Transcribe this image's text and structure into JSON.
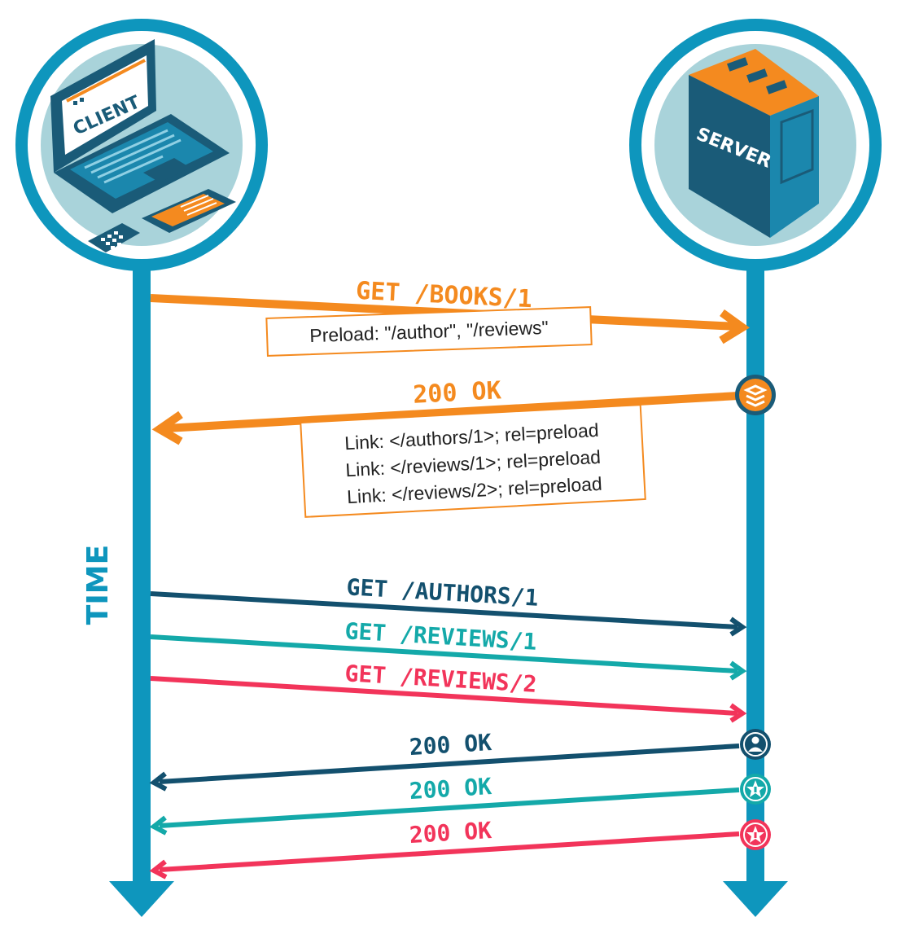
{
  "colors": {
    "timeline": "#0e96bd",
    "circle_fill": "#a9d3da",
    "orange": "#f48a1f",
    "navy": "#13506e",
    "teal": "#14a9a9",
    "red": "#f2345a",
    "device_dark": "#1a5b78",
    "device_mid": "#1b87ad"
  },
  "actors": {
    "client": {
      "label": "CLIENT",
      "icon": "laptop-tablet-phone-icon"
    },
    "server": {
      "label": "SERVER",
      "icon": "server-tower-icon"
    }
  },
  "axis": {
    "time_label": "TIME"
  },
  "messages": [
    {
      "id": "get-books",
      "label": "GET /BOOKS/1",
      "direction": "client-to-server",
      "color": "orange",
      "note": [
        "Preload: \"/author\", \"/reviews\""
      ]
    },
    {
      "id": "ok-books",
      "label": "200 OK",
      "direction": "server-to-client",
      "color": "orange",
      "icon": "stack-icon",
      "note": [
        "Link: </authors/1>; rel=preload",
        "Link: </reviews/1>; rel=preload",
        "Link: </reviews/2>; rel=preload"
      ]
    },
    {
      "id": "get-authors",
      "label": "GET /AUTHORS/1",
      "direction": "client-to-server",
      "color": "navy"
    },
    {
      "id": "get-reviews-1",
      "label": "GET /REVIEWS/1",
      "direction": "client-to-server",
      "color": "teal"
    },
    {
      "id": "get-reviews-2",
      "label": "GET /REVIEWS/2",
      "direction": "client-to-server",
      "color": "red"
    },
    {
      "id": "ok-authors",
      "label": "200 OK",
      "direction": "server-to-client",
      "color": "navy",
      "icon": "user-icon"
    },
    {
      "id": "ok-reviews-1",
      "label": "200 OK",
      "direction": "server-to-client",
      "color": "teal",
      "icon": "star-badge-icon"
    },
    {
      "id": "ok-reviews-2",
      "label": "200 OK",
      "direction": "server-to-client",
      "color": "red",
      "icon": "star-badge-icon"
    }
  ]
}
